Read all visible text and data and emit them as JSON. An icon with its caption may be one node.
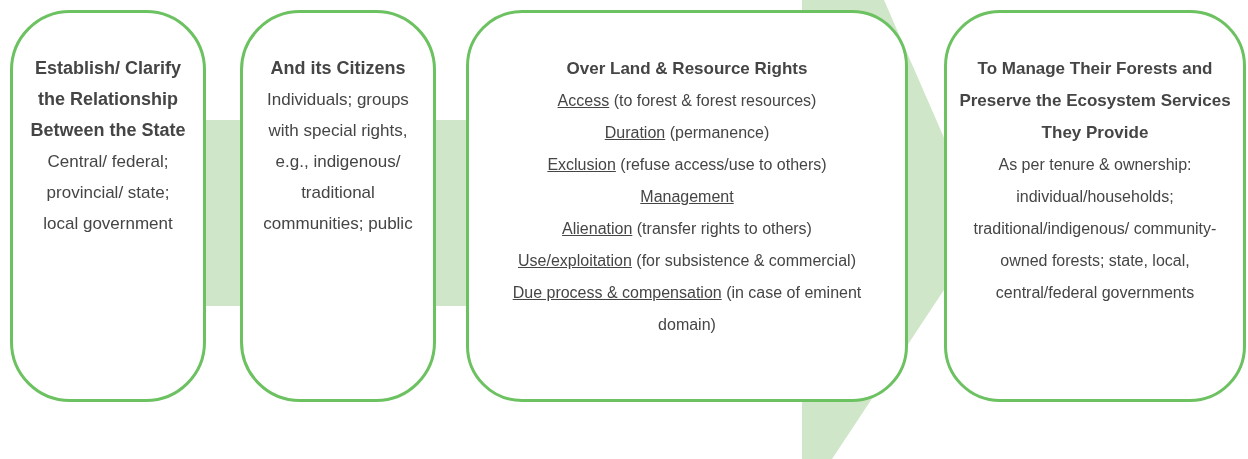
{
  "diagram": {
    "nodes": [
      {
        "text": [
          "Establish/ Clarify the Relationship Between the State",
          "Central/ federal; provincial/ state; local government"
        ]
      },
      {
        "text": [
          "And its Citizens",
          "Individuals; groups with special rights, e.g., indigenous/ traditional communities; public"
        ]
      },
      {
        "text": [
          "Over Land & Resource Rights",
          "Access (to forest & forest resources)",
          "Duration (permanence)",
          "Exclusion (refuse access/use to others)",
          "Management",
          "Alienation (transfer rights to others)",
          "Use/exploitation (for subsistence & commercial)",
          "Due process & compensation (in case of eminent domain)"
        ]
      },
      {
        "text": [
          "To Manage Their Forests and Preserve the Ecosystem Services They Provide",
          "As per tenure & ownership: individual/households; traditional/indigenous/ community-owned forests; state, local, central/federal governments"
        ]
      }
    ],
    "edges": [
      {
        "from": 0,
        "to": 1,
        "arrow": "none"
      },
      {
        "from": 1,
        "to": 2,
        "arrow": "none"
      },
      {
        "from": 2,
        "to": 3,
        "arrow": "to"
      }
    ]
  }
}
